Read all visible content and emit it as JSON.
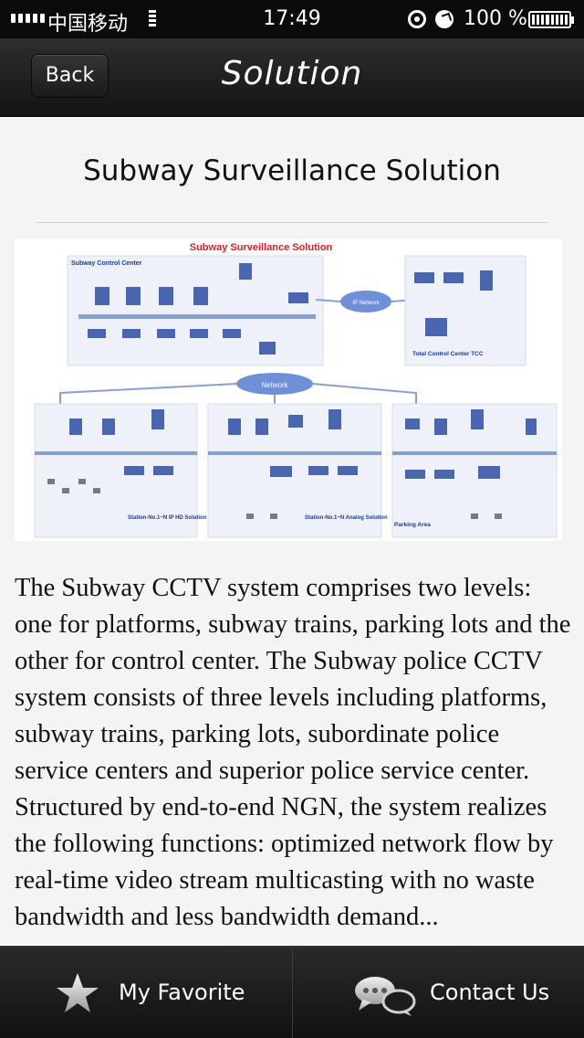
{
  "status_bar": {
    "carrier": "中国移动",
    "time": "17:49",
    "battery": "100 %"
  },
  "nav": {
    "back_label": "Back",
    "title": "Solution"
  },
  "article": {
    "title": "Subway Surveillance Solution",
    "body": "The Subway CCTV system comprises two levels: one for platforms, subway trains, parking lots and the other for control center. The Subway police CCTV system consists of three levels including platforms, subway trains, parking lots, subordinate police service centers and superior police service center. Structured by end-to-end NGN, the system realizes the following functions: optimized network flow by  real-time video stream multicasting with no waste bandwidth and less bandwidth demand..."
  },
  "diagram": {
    "title": "Subway Surveillance Solution",
    "control_center": "Subway Control Center",
    "ip_network": "IP Network",
    "network": "Network",
    "tcc": "Total Control Center TCC",
    "station_ip": "Station-No.1~N IP HD Solution",
    "station_analog": "Station-No.1~N Analog Solution",
    "parking": "Parking Area",
    "colors": {
      "title": "#e0202a",
      "label": "#1a3a9a",
      "bus": "#8aa0cc",
      "device": "#4a66b0",
      "cloud": "#6f8fd8"
    }
  },
  "tabs": [
    {
      "label": "My Favorite",
      "icon": "star-icon"
    },
    {
      "label": "Contact Us",
      "icon": "chat-icon"
    }
  ]
}
